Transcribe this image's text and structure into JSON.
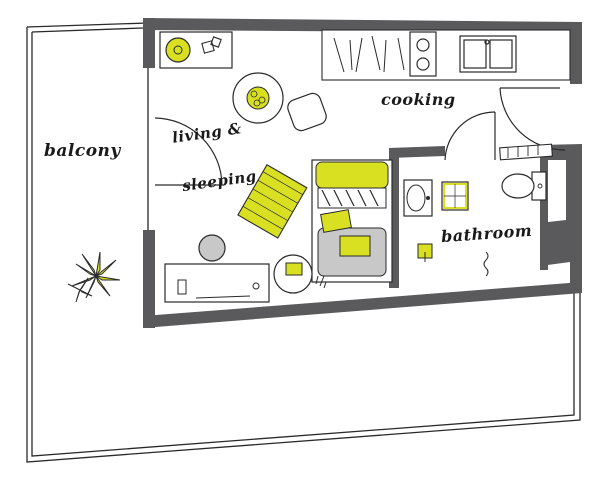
{
  "labels": {
    "balcony": "balcony",
    "living": "living &",
    "sleeping": "sleeping",
    "cooking": "cooking",
    "bathroom": "bathroom"
  },
  "colors": {
    "wall": "#5a5a5c",
    "accent": "#d9e021",
    "line": "#2a2a2a",
    "furniture_shade": "#c8c8c8"
  },
  "icons": [
    "plant-icon",
    "bed-icon",
    "sink-icon",
    "toilet-icon",
    "stove-icon",
    "washbasin-icon",
    "shower-icon",
    "chair-icon",
    "lamp-icon"
  ]
}
